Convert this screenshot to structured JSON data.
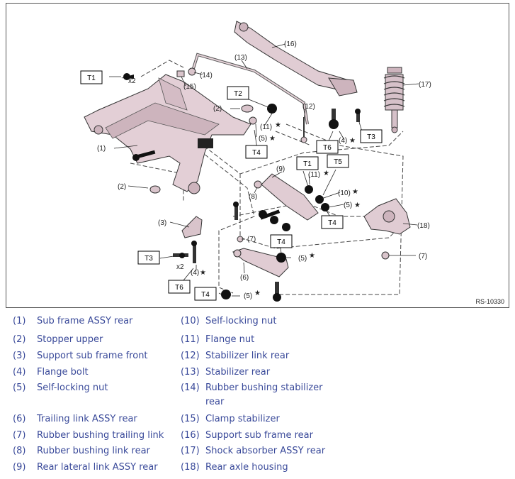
{
  "figure": {
    "id": "RS-10330",
    "callouts": [
      {
        "num": "(1)",
        "tag": "",
        "star": false
      },
      {
        "num": "(2)",
        "tag": "",
        "star": false
      },
      {
        "num": "(2)",
        "tag": "",
        "star": false
      },
      {
        "num": "(3)",
        "tag": "",
        "star": false
      },
      {
        "num": "(4)",
        "tag": "",
        "star": true
      },
      {
        "num": "(4)",
        "tag": "",
        "star": true
      },
      {
        "num": "(5)",
        "tag": "",
        "star": true
      },
      {
        "num": "(5)",
        "tag": "",
        "star": true
      },
      {
        "num": "(5)",
        "tag": "",
        "star": true
      },
      {
        "num": "(5)",
        "tag": "",
        "star": true
      },
      {
        "num": "(6)",
        "tag": "",
        "star": false
      },
      {
        "num": "(7)",
        "tag": "",
        "star": false
      },
      {
        "num": "(7)",
        "tag": "",
        "star": false
      },
      {
        "num": "(8)",
        "tag": "",
        "star": false
      },
      {
        "num": "(9)",
        "tag": "",
        "star": false
      },
      {
        "num": "(10)",
        "tag": "",
        "star": true
      },
      {
        "num": "(11)",
        "tag": "",
        "star": true
      },
      {
        "num": "(11)",
        "tag": "",
        "star": true
      },
      {
        "num": "(12)",
        "tag": "",
        "star": false
      },
      {
        "num": "(13)",
        "tag": "",
        "star": false
      },
      {
        "num": "(14)",
        "tag": "",
        "star": false
      },
      {
        "num": "(15)",
        "tag": "",
        "star": false
      },
      {
        "num": "(16)",
        "tag": "",
        "star": false
      },
      {
        "num": "(17)",
        "tag": "",
        "star": false
      },
      {
        "num": "(18)",
        "tag": "",
        "star": false
      }
    ],
    "torque_tags": [
      "T1",
      "T2",
      "T4",
      "T6",
      "T3",
      "T1",
      "T5",
      "T4",
      "T3",
      "T6",
      "T4",
      "T4"
    ],
    "multipliers": [
      "x2",
      "x2"
    ],
    "star_symbol": "★"
  },
  "legend": {
    "left": [
      {
        "num": "(1)",
        "text": "Sub frame ASSY rear"
      },
      {
        "num": "(2)",
        "text": "Stopper upper"
      },
      {
        "num": "(3)",
        "text": "Support sub frame front"
      },
      {
        "num": "(4)",
        "text": "Flange bolt"
      },
      {
        "num": "(5)",
        "text": "Self-locking nut"
      },
      {
        "num": "(6)",
        "text": "Trailing link ASSY rear"
      },
      {
        "num": "(7)",
        "text": "Rubber bushing trailing link"
      },
      {
        "num": "(8)",
        "text": "Rubber bushing link rear"
      },
      {
        "num": "(9)",
        "text": "Rear lateral link ASSY rear"
      }
    ],
    "right": [
      {
        "num": "(10)",
        "text": "Self-locking nut"
      },
      {
        "num": "(11)",
        "text": "Flange nut"
      },
      {
        "num": "(12)",
        "text": "Stabilizer link rear"
      },
      {
        "num": "(13)",
        "text": "Stabilizer rear"
      },
      {
        "num": "(14)",
        "text": "Rubber bushing stabilizer rear"
      },
      {
        "num": "(15)",
        "text": "Clamp stabilizer"
      },
      {
        "num": "(16)",
        "text": "Support sub frame rear"
      },
      {
        "num": "(17)",
        "text": "Shock absorber ASSY rear"
      },
      {
        "num": "(18)",
        "text": "Rear axle housing"
      }
    ]
  }
}
